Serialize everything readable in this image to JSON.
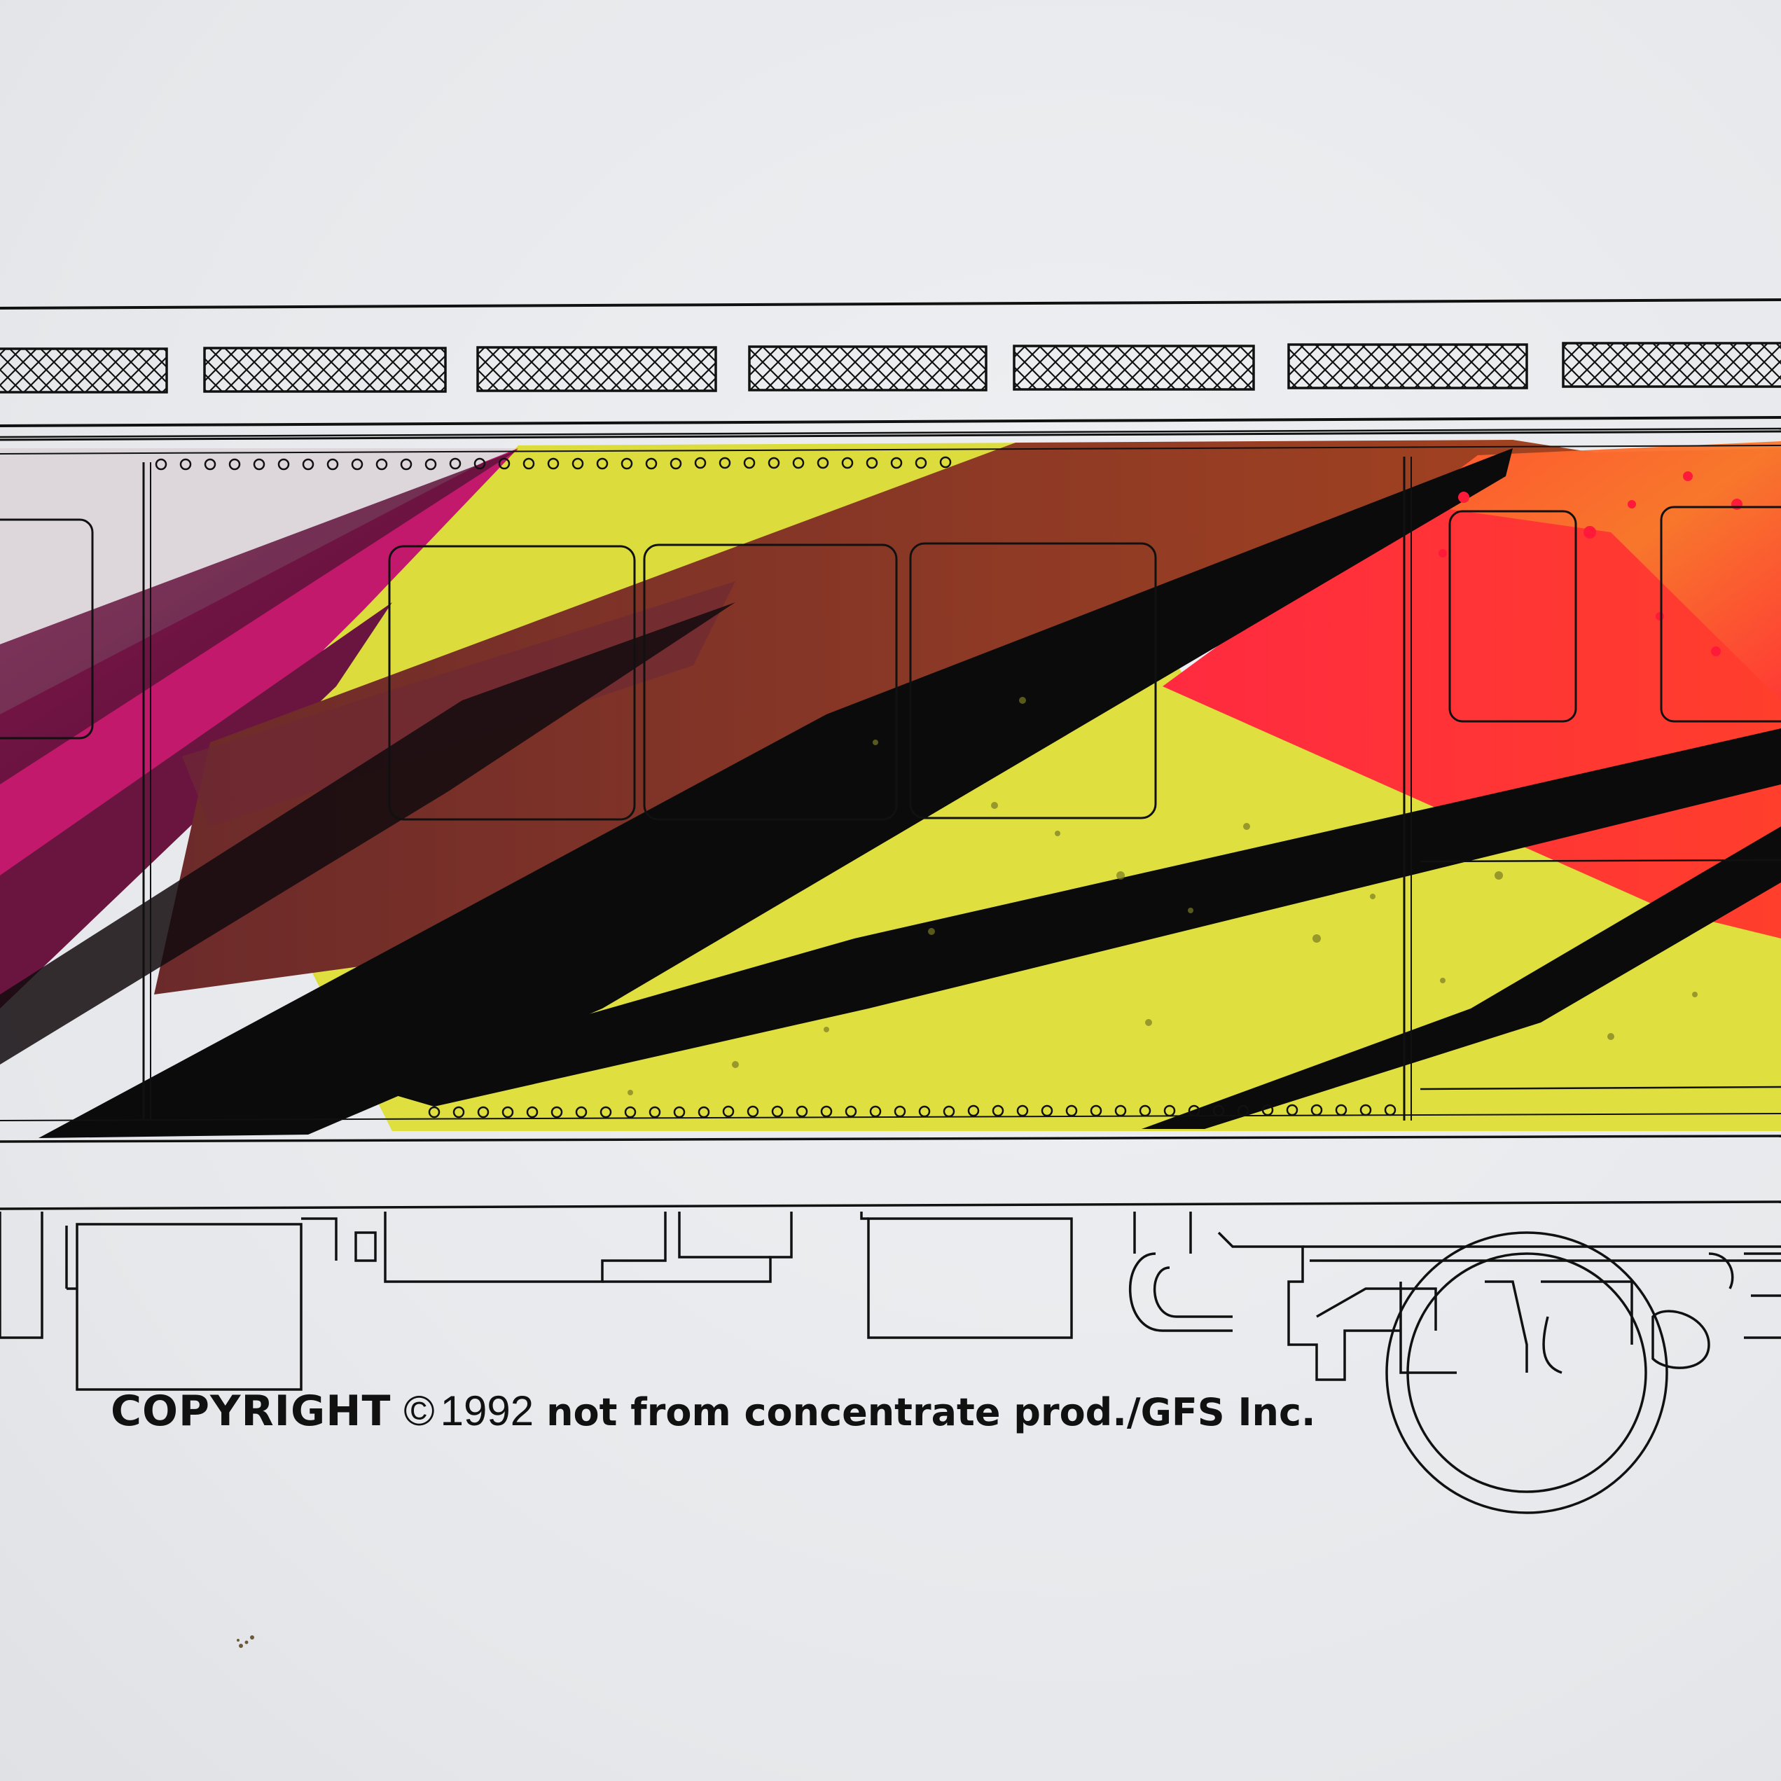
{
  "drawing": {
    "copyright": {
      "word": "COPYRIGHT",
      "symbol": "©",
      "year": "1992",
      "owner": "not from concentrate prod./GFS Inc."
    }
  },
  "colors": {
    "paper": "#e9ebee",
    "ink": "#111111",
    "yellow": "#dfe03a",
    "magenta": "#c21a6e",
    "plum": "#5e1338",
    "maroon": "#7a2e2b",
    "brown": "#8e3a22",
    "red": "#ff2a3c",
    "orange": "#f7712a",
    "black": "#0b0b0b"
  }
}
